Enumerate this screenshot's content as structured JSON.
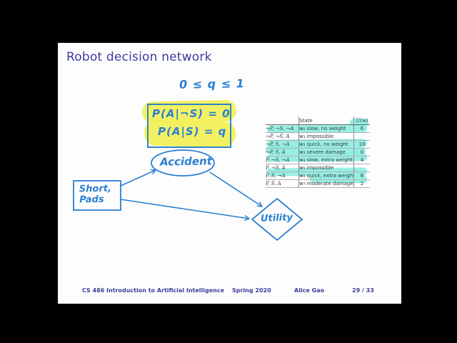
{
  "slide": {
    "title": "Robot decision network",
    "annotation": "0 ≤ q ≤ 1",
    "formula_box": {
      "line1": "P(A|¬S) = 0",
      "line2": "P(A|S) = q"
    },
    "network": {
      "decision_node_line1": "Short,",
      "decision_node_line2": "Pads",
      "chance_node": "Accident",
      "utility_node": "Utility"
    },
    "table": {
      "state_header": "State",
      "utility_header": "U(w)",
      "header_highlight": true,
      "rows": [
        {
          "assignment": "¬P, ¬S, ¬A",
          "state": "w₀ slow, no weight",
          "utility": "6",
          "highlight": "full"
        },
        {
          "assignment": "¬P, ¬S, A",
          "state": "w₁ impossible",
          "utility": "",
          "highlight": "none"
        },
        {
          "assignment": "¬P, S, ¬A",
          "state": "w₂ quick, no weight",
          "utility": "10",
          "highlight": "full"
        },
        {
          "assignment": "¬P, S, A",
          "state": "w₃ severe damage",
          "utility": "0",
          "highlight": "full"
        },
        {
          "assignment": "P, ¬S, ¬A",
          "state": "w₄ slow, extra weight",
          "utility": "4",
          "highlight": "full"
        },
        {
          "assignment": "P, ¬S, A",
          "state": "w₅ impossible",
          "utility": "",
          "highlight": "none"
        },
        {
          "assignment": "P, S, ¬A",
          "state": "w₆ quick, extra weight",
          "utility": "8",
          "highlight": "full"
        },
        {
          "assignment": "P, S, A",
          "state": "w₇ moderate damage",
          "utility": "2",
          "highlight": "partial"
        }
      ]
    },
    "footer": {
      "course": "CS 486 Introduction to Artificial Intelligence",
      "term": "Spring 2020",
      "author": "Alice Gao",
      "page": "29 / 33"
    },
    "colors": {
      "ink_blue": "#2a7fd2",
      "title_blue": "#3c3c9e",
      "highlight_yellow": "#f2ef52",
      "highlight_cyan": "#85ecdf"
    }
  }
}
